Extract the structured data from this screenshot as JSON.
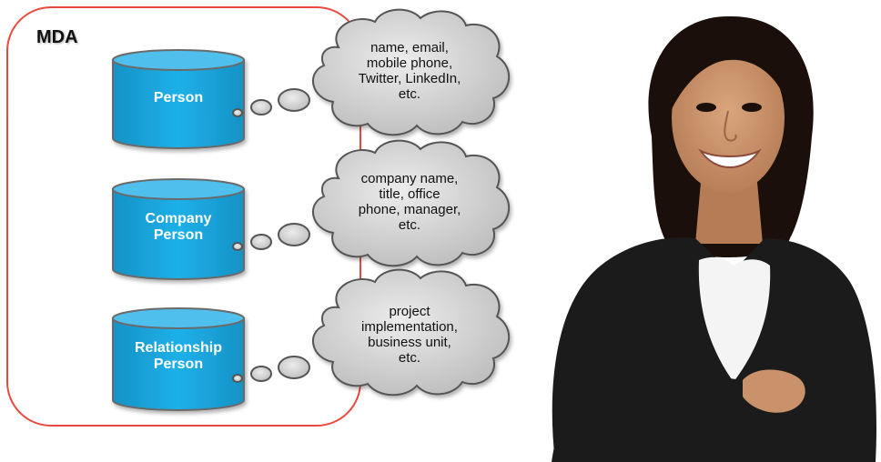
{
  "diagram": {
    "container_label": "MDA",
    "entities": [
      {
        "label": "Person",
        "attributes": "name, email,\nmobile phone,\nTwitter, LinkedIn,\netc."
      },
      {
        "label": "Company\nPerson",
        "attributes": "company name,\ntitle, office\nphone, manager,\netc."
      },
      {
        "label": "Relationship\nPerson",
        "attributes": "project\nimplementation,\nbusiness unit,\netc."
      }
    ]
  },
  "colors": {
    "container_border": "#e8493f",
    "cylinder_fill": "#1aa3dc",
    "cylinder_top": "#4fc0ee",
    "cylinder_stroke": "#6a6a6a",
    "cloud_fill": "#d6d6d6",
    "cloud_stroke": "#555555",
    "sweater": "#1b1b1b",
    "shirt": "#f4f4f4",
    "skin": "#c9926a",
    "hair": "#1a0f0a"
  }
}
